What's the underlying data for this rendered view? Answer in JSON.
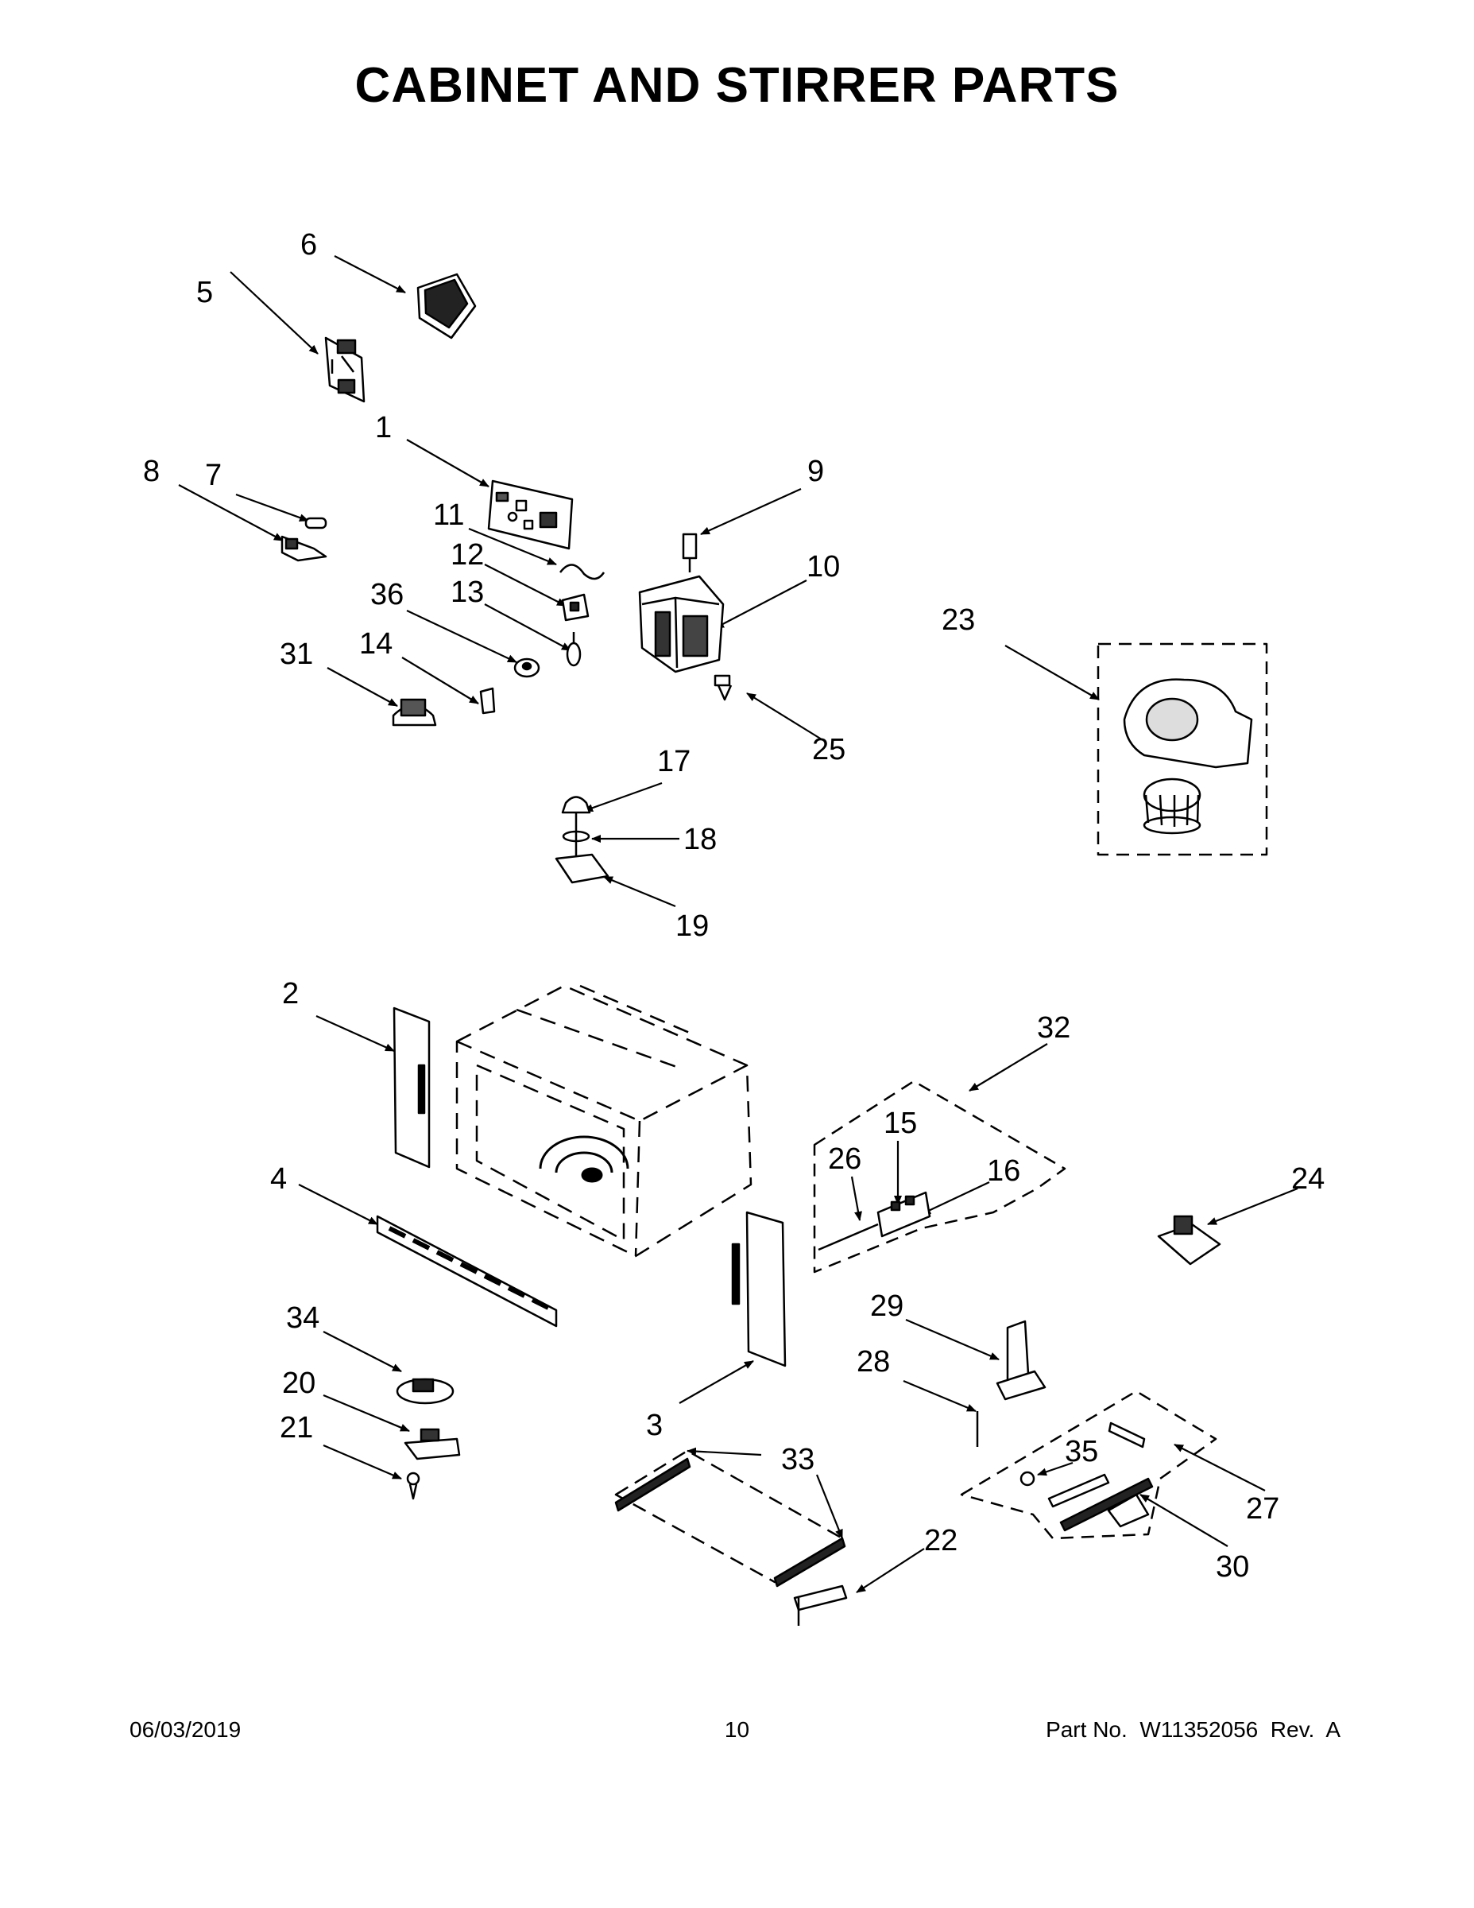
{
  "title": "CABINET AND STIRRER PARTS",
  "footer": {
    "date": "06/03/2019",
    "page": "10",
    "part": "Part No.  W11352056  Rev.  A"
  },
  "callouts": [
    "1",
    "2",
    "3",
    "4",
    "5",
    "6",
    "7",
    "8",
    "9",
    "10",
    "11",
    "12",
    "13",
    "14",
    "15",
    "16",
    "17",
    "18",
    "19",
    "20",
    "21",
    "22",
    "23",
    "24",
    "25",
    "26",
    "27",
    "28",
    "29",
    "30",
    "31",
    "32",
    "33",
    "34",
    "35",
    "36"
  ]
}
